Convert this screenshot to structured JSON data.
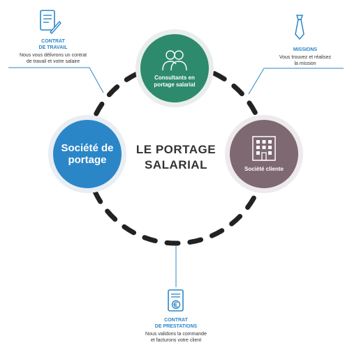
{
  "center": {
    "line1": "LE PORTAGE",
    "line2": "SALARIAL"
  },
  "nodes": {
    "consultants": {
      "line1": "Consultants en",
      "line2": "portage salarial",
      "icon": "consultants-icon"
    },
    "societe_portage": {
      "line1": "Société de",
      "line2": "portage"
    },
    "societe_cliente": {
      "label": "Société cliente",
      "icon": "building-icon"
    }
  },
  "annotations": {
    "contrat_travail": {
      "title1": "CONTRAT",
      "title2": "DE TRAVAIL",
      "text1": "Nous vous délivrons un contrat",
      "text2": "de travail et votre salaire",
      "icon": "document-pen-icon"
    },
    "missions": {
      "title": "MISSIONS",
      "text1": "Vous trouvez et réalisez",
      "text2": "la mission",
      "icon": "tie-icon"
    },
    "contrat_prestations": {
      "title1": "CONTRAT",
      "title2": "DE PRESTATIONS",
      "text1": "Nous validons la commande",
      "text2": "et facturons votre client",
      "icon": "euro-invoice-icon"
    }
  },
  "colors": {
    "consultants": "#2e8a6d",
    "societe_portage": "#2b86c8",
    "societe_cliente": "#7e6871",
    "accent": "#2b86c8",
    "dashes": "#222222"
  }
}
